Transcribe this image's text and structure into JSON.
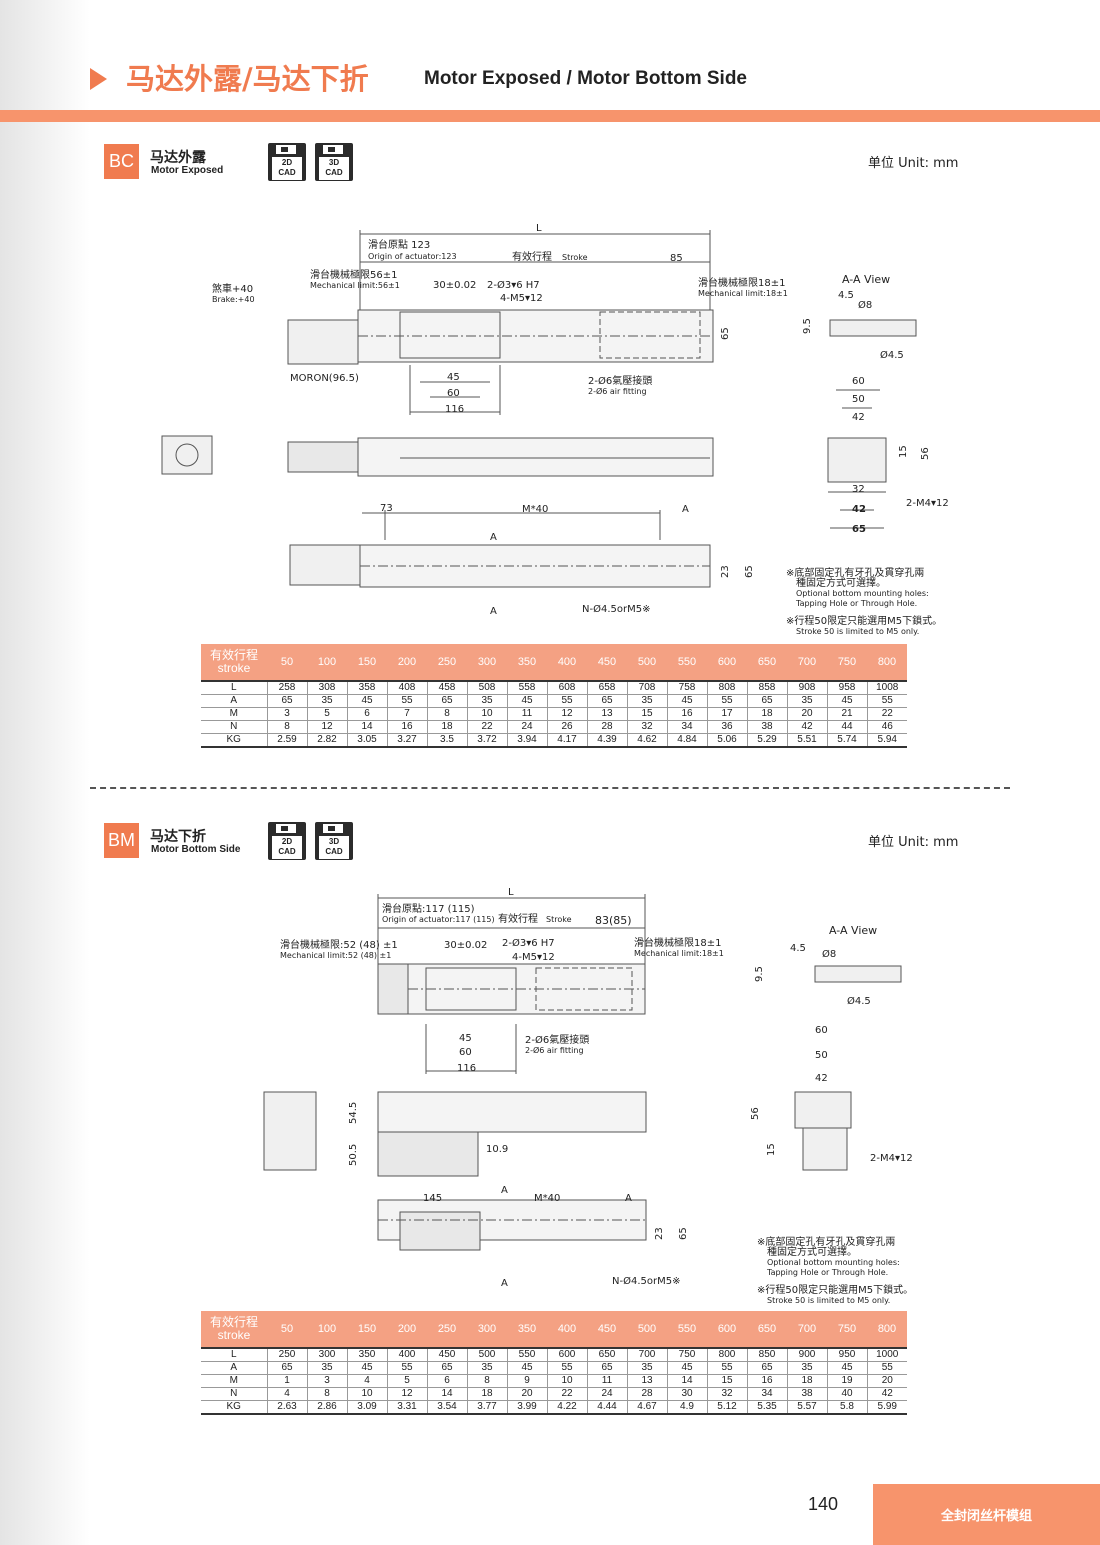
{
  "header": {
    "title_cn": "马达外露/马达下折",
    "title_en": "Motor Exposed / Motor Bottom Side"
  },
  "bc": {
    "badge": "BC",
    "title_cn": "马达外露",
    "title_en": "Motor Exposed",
    "cad_2d": [
      "2D",
      "CAD"
    ],
    "cad_3d": [
      "3D",
      "CAD"
    ],
    "unit": "单位 Unit: mm",
    "dims": {
      "L": "L",
      "origin_cn": "滑台原點 123",
      "origin_en": "Origin of actuator:123",
      "stroke": "有效行程",
      "stroke_en": "Stroke",
      "d85": "85",
      "brake_cn": "煞車+40",
      "brake_en": "Brake:+40",
      "mech1_cn": "滑台機械極限56±1",
      "mech1_en": "Mechanical limit:56±1",
      "tol": "30±0.02",
      "hole1": "2-Ø3▾6 H7",
      "hole2": "4-M5▾12",
      "mech2_cn": "滑台機械極限18±1",
      "mech2_en": "Mechanical limit:18±1",
      "d65": "65",
      "moron": "MORON(96.5)",
      "d45": "45",
      "d60": "60",
      "d116": "116",
      "air_cn": "2-Ø6氣壓接頭",
      "air_en": "2-Ø6 air fitting",
      "aa": "A-A View",
      "v45": "4.5",
      "v8": "Ø8",
      "v95": "9.5",
      "v45b": "Ø4.5",
      "e60": "60",
      "e50": "50",
      "e42": "42",
      "e15": "15",
      "e56": "56",
      "e32": "32",
      "e42b": "42",
      "e65": "65",
      "m4": "2-M4▾12",
      "d73": "73",
      "m40": "M*40",
      "A": "A",
      "d23": "23",
      "n45": "N-Ø4.5orM5※"
    },
    "notes": {
      "n1_cn": "※底部固定孔有牙孔及貫穿孔兩",
      "n1_cn2": "種固定方式可選擇。",
      "n1_en1": "Optional bottom mounting holes:",
      "n1_en2": "Tapping Hole or Through Hole.",
      "n2_cn": "※行程50限定只能選用M5下鎖式。",
      "n2_en": "Stroke 50 is limited to M5 only."
    },
    "table": {
      "head_cn": "有效行程",
      "head_en": "stroke",
      "strokes": [
        "50",
        "100",
        "150",
        "200",
        "250",
        "300",
        "350",
        "400",
        "450",
        "500",
        "550",
        "600",
        "650",
        "700",
        "750",
        "800"
      ],
      "rows": [
        {
          "label": "L",
          "values": [
            "258",
            "308",
            "358",
            "408",
            "458",
            "508",
            "558",
            "608",
            "658",
            "708",
            "758",
            "808",
            "858",
            "908",
            "958",
            "1008"
          ]
        },
        {
          "label": "A",
          "values": [
            "65",
            "35",
            "45",
            "55",
            "65",
            "35",
            "45",
            "55",
            "65",
            "35",
            "45",
            "55",
            "65",
            "35",
            "45",
            "55"
          ]
        },
        {
          "label": "M",
          "values": [
            "3",
            "5",
            "6",
            "7",
            "8",
            "10",
            "11",
            "12",
            "13",
            "15",
            "16",
            "17",
            "18",
            "20",
            "21",
            "22"
          ]
        },
        {
          "label": "N",
          "values": [
            "8",
            "12",
            "14",
            "16",
            "18",
            "22",
            "24",
            "26",
            "28",
            "32",
            "34",
            "36",
            "38",
            "42",
            "44",
            "46"
          ]
        },
        {
          "label": "KG",
          "values": [
            "2.59",
            "2.82",
            "3.05",
            "3.27",
            "3.5",
            "3.72",
            "3.94",
            "4.17",
            "4.39",
            "4.62",
            "4.84",
            "5.06",
            "5.29",
            "5.51",
            "5.74",
            "5.94"
          ]
        }
      ]
    }
  },
  "bm": {
    "badge": "BM",
    "title_cn": "马达下折",
    "title_en": "Motor Bottom Side",
    "cad_2d": [
      "2D",
      "CAD"
    ],
    "cad_3d": [
      "3D",
      "CAD"
    ],
    "unit": "单位 Unit: mm",
    "dims": {
      "L": "L",
      "origin_cn": "滑台原點:117 (115)",
      "origin_en": "Origin of actuator:117 (115)",
      "stroke": "有效行程",
      "stroke_en": "Stroke",
      "d83": "83(85)",
      "mech1_cn": "滑台機械極限:52 (48) ±1",
      "mech1_en": "Mechanical limit:52 (48) ±1",
      "tol": "30±0.02",
      "hole1": "2-Ø3▾6 H7",
      "hole2": "4-M5▾12",
      "mech2_cn": "滑台機械極限18±1",
      "mech2_en": "Mechanical limit:18±1",
      "d45": "45",
      "d60": "60",
      "d116": "116",
      "air_cn": "2-Ø6氣壓接頭",
      "air_en": "2-Ø6 air fitting",
      "aa": "A-A View",
      "v45": "4.5",
      "v8": "Ø8",
      "v95": "9.5",
      "v45b": "Ø4.5",
      "e60": "60",
      "e50": "50",
      "e42": "42",
      "e56": "56",
      "e15": "15",
      "m4": "2-M4▾12",
      "d545": "54.5",
      "d505": "50.5",
      "d109": "10.9",
      "d145": "145",
      "m40": "M*40",
      "A": "A",
      "d23": "23",
      "d65": "65",
      "n45": "N-Ø4.5orM5※"
    },
    "notes": {
      "n1_cn": "※底部固定孔有牙孔及貫穿孔兩",
      "n1_cn2": "種固定方式可選擇。",
      "n1_en1": "Optional bottom mounting holes:",
      "n1_en2": "Tapping Hole or Through Hole.",
      "n2_cn": "※行程50限定只能選用M5下鎖式。",
      "n2_en": "Stroke 50 is limited to M5 only."
    },
    "table": {
      "head_cn": "有效行程",
      "head_en": "stroke",
      "strokes": [
        "50",
        "100",
        "150",
        "200",
        "250",
        "300",
        "350",
        "400",
        "450",
        "500",
        "550",
        "600",
        "650",
        "700",
        "750",
        "800"
      ],
      "rows": [
        {
          "label": "L",
          "values": [
            "250",
            "300",
            "350",
            "400",
            "450",
            "500",
            "550",
            "600",
            "650",
            "700",
            "750",
            "800",
            "850",
            "900",
            "950",
            "1000"
          ]
        },
        {
          "label": "A",
          "values": [
            "65",
            "35",
            "45",
            "55",
            "65",
            "35",
            "45",
            "55",
            "65",
            "35",
            "45",
            "55",
            "65",
            "35",
            "45",
            "55"
          ]
        },
        {
          "label": "M",
          "values": [
            "1",
            "3",
            "4",
            "5",
            "6",
            "8",
            "9",
            "10",
            "11",
            "13",
            "14",
            "15",
            "16",
            "18",
            "19",
            "20"
          ]
        },
        {
          "label": "N",
          "values": [
            "4",
            "8",
            "10",
            "12",
            "14",
            "18",
            "20",
            "22",
            "24",
            "28",
            "30",
            "32",
            "34",
            "38",
            "40",
            "42"
          ]
        },
        {
          "label": "KG",
          "values": [
            "2.63",
            "2.86",
            "3.09",
            "3.31",
            "3.54",
            "3.77",
            "3.99",
            "4.22",
            "4.44",
            "4.67",
            "4.9",
            "5.12",
            "5.35",
            "5.57",
            "5.8",
            "5.99"
          ]
        }
      ]
    }
  },
  "footer": {
    "page": "140",
    "tab": "全封闭丝杆模组"
  }
}
